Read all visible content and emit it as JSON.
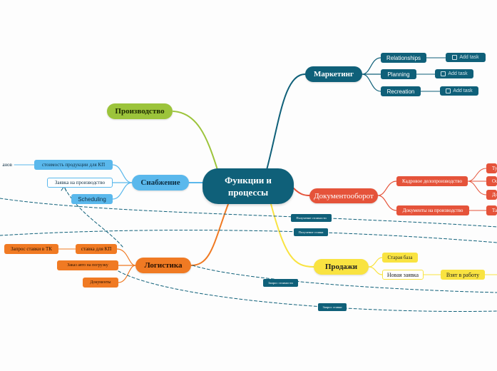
{
  "center": {
    "title_line1": "Функции и",
    "title_line2": "процессы"
  },
  "marketing": {
    "label": "Маркетинг",
    "items": [
      {
        "label": "Relationships",
        "task": "Add task"
      },
      {
        "label": "Planning",
        "task": "Add task"
      },
      {
        "label": "Recreation",
        "task": "Add task"
      }
    ]
  },
  "production": {
    "label": "Производство"
  },
  "supply": {
    "label": "Снабжение",
    "items": [
      "стоимость продукции для КП",
      "Заявка на производство",
      "Scheduling"
    ],
    "left_item": "анов"
  },
  "docflow": {
    "label": "Документооборот",
    "items": [
      "Кадровое делопроизводство",
      "Документы на производство"
    ],
    "leaves": [
      "Ту",
      "Ос",
      "До",
      "Та"
    ]
  },
  "logistics": {
    "label": "Логистика",
    "items": [
      "ставка для КП",
      "Заказ авто на погрузку",
      "Документы"
    ],
    "left_item": "Запрос ставки в ТК"
  },
  "sales": {
    "label": "Продажи",
    "items": [
      "Старая база",
      "Новая заявка"
    ],
    "next": "Взят в работу"
  },
  "floating": [
    "Получение стоимости",
    "Получение ставки",
    "Запрос стоимости",
    "Запрос ставки"
  ],
  "colors": {
    "teal": "#0f6079",
    "green": "#9cc43b",
    "blue": "#5ab8ec",
    "orange": "#f07a23",
    "red": "#e5533a",
    "yellow": "#f9e341"
  }
}
